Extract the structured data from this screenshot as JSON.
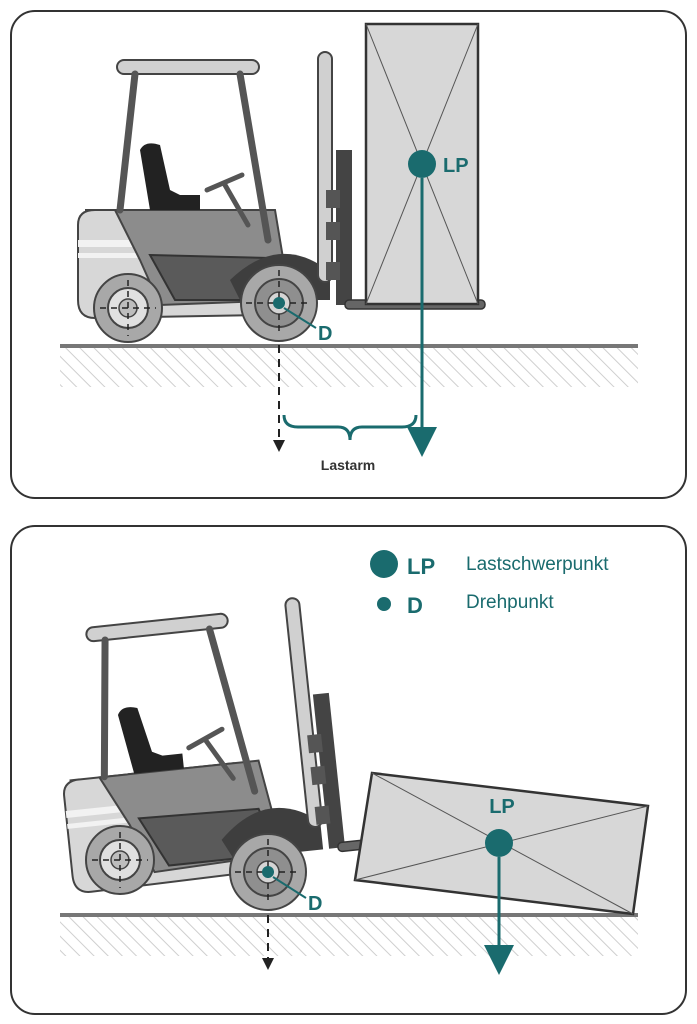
{
  "panel1": {
    "lp_label": "LP",
    "d_label": "D",
    "lastarm_label": "Lastarm"
  },
  "panel2": {
    "lp_label": "LP",
    "d_label": "D"
  },
  "legend": {
    "lp_abbr": "LP",
    "lp_text": "Lastschwerpunkt",
    "d_abbr": "D",
    "d_text": "Drehpunkt"
  },
  "colors": {
    "teal": "#1a6b6e",
    "frame": "#444444"
  }
}
